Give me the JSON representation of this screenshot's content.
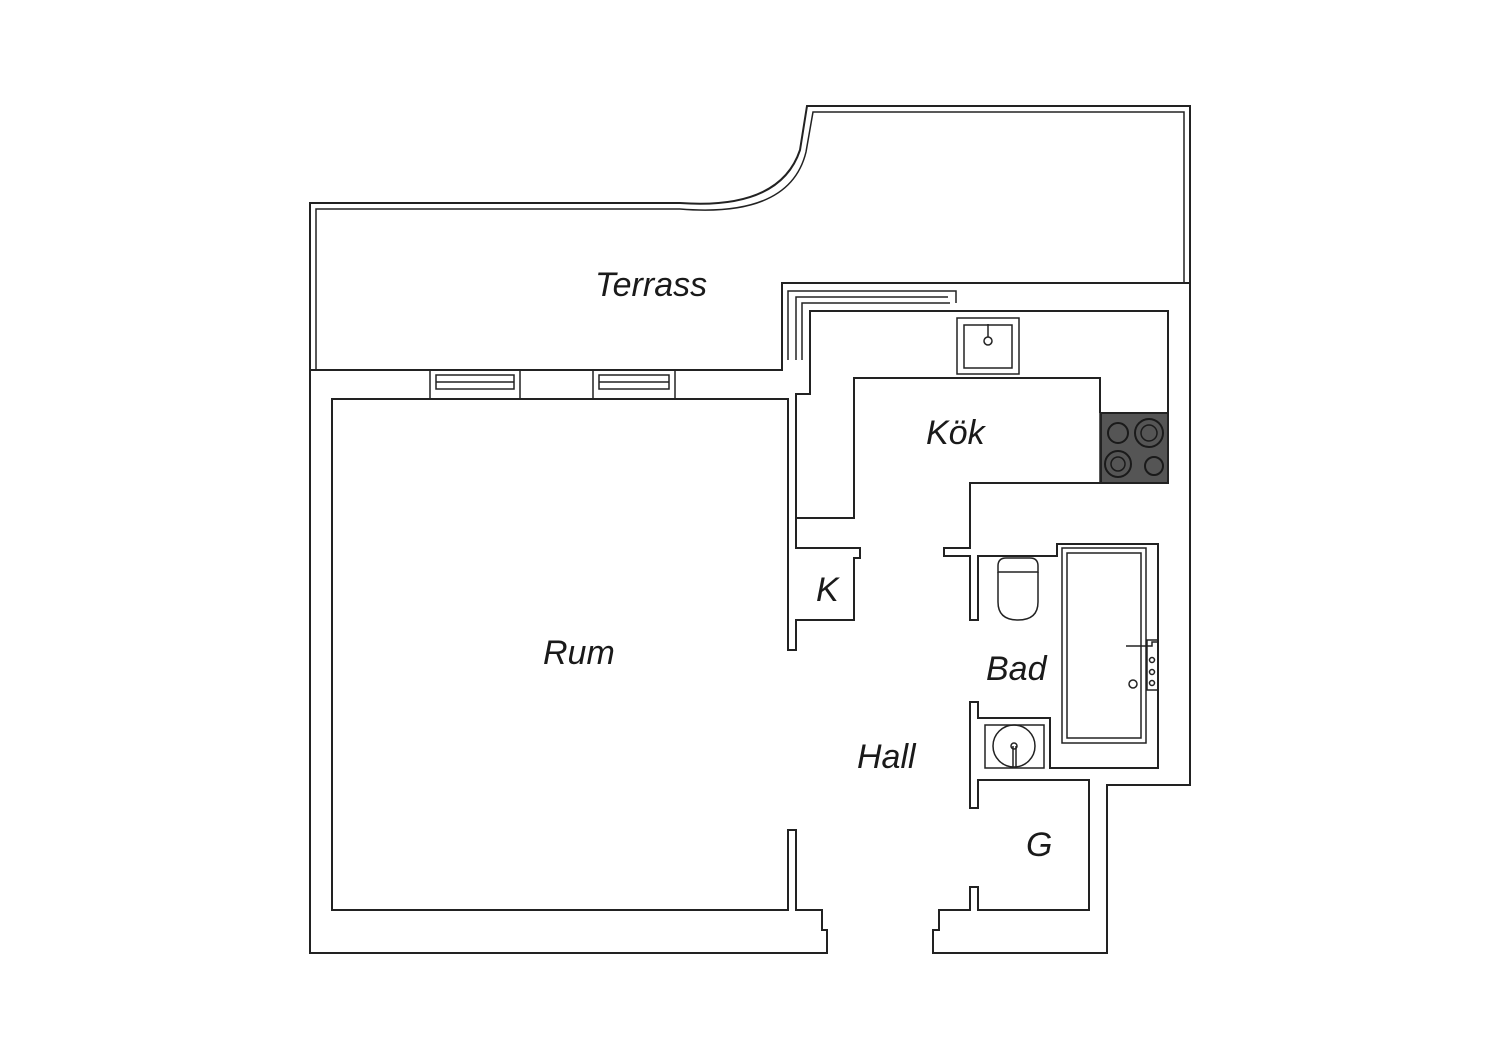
{
  "rooms": {
    "terrace": "Terrass",
    "kitchen": "Kök",
    "living_room": "Rum",
    "closet": "K",
    "bathroom": "Bad",
    "hall": "Hall",
    "wardrobe": "G"
  },
  "colors": {
    "wall": "#222222",
    "background": "#ffffff",
    "stove": "#555555"
  }
}
